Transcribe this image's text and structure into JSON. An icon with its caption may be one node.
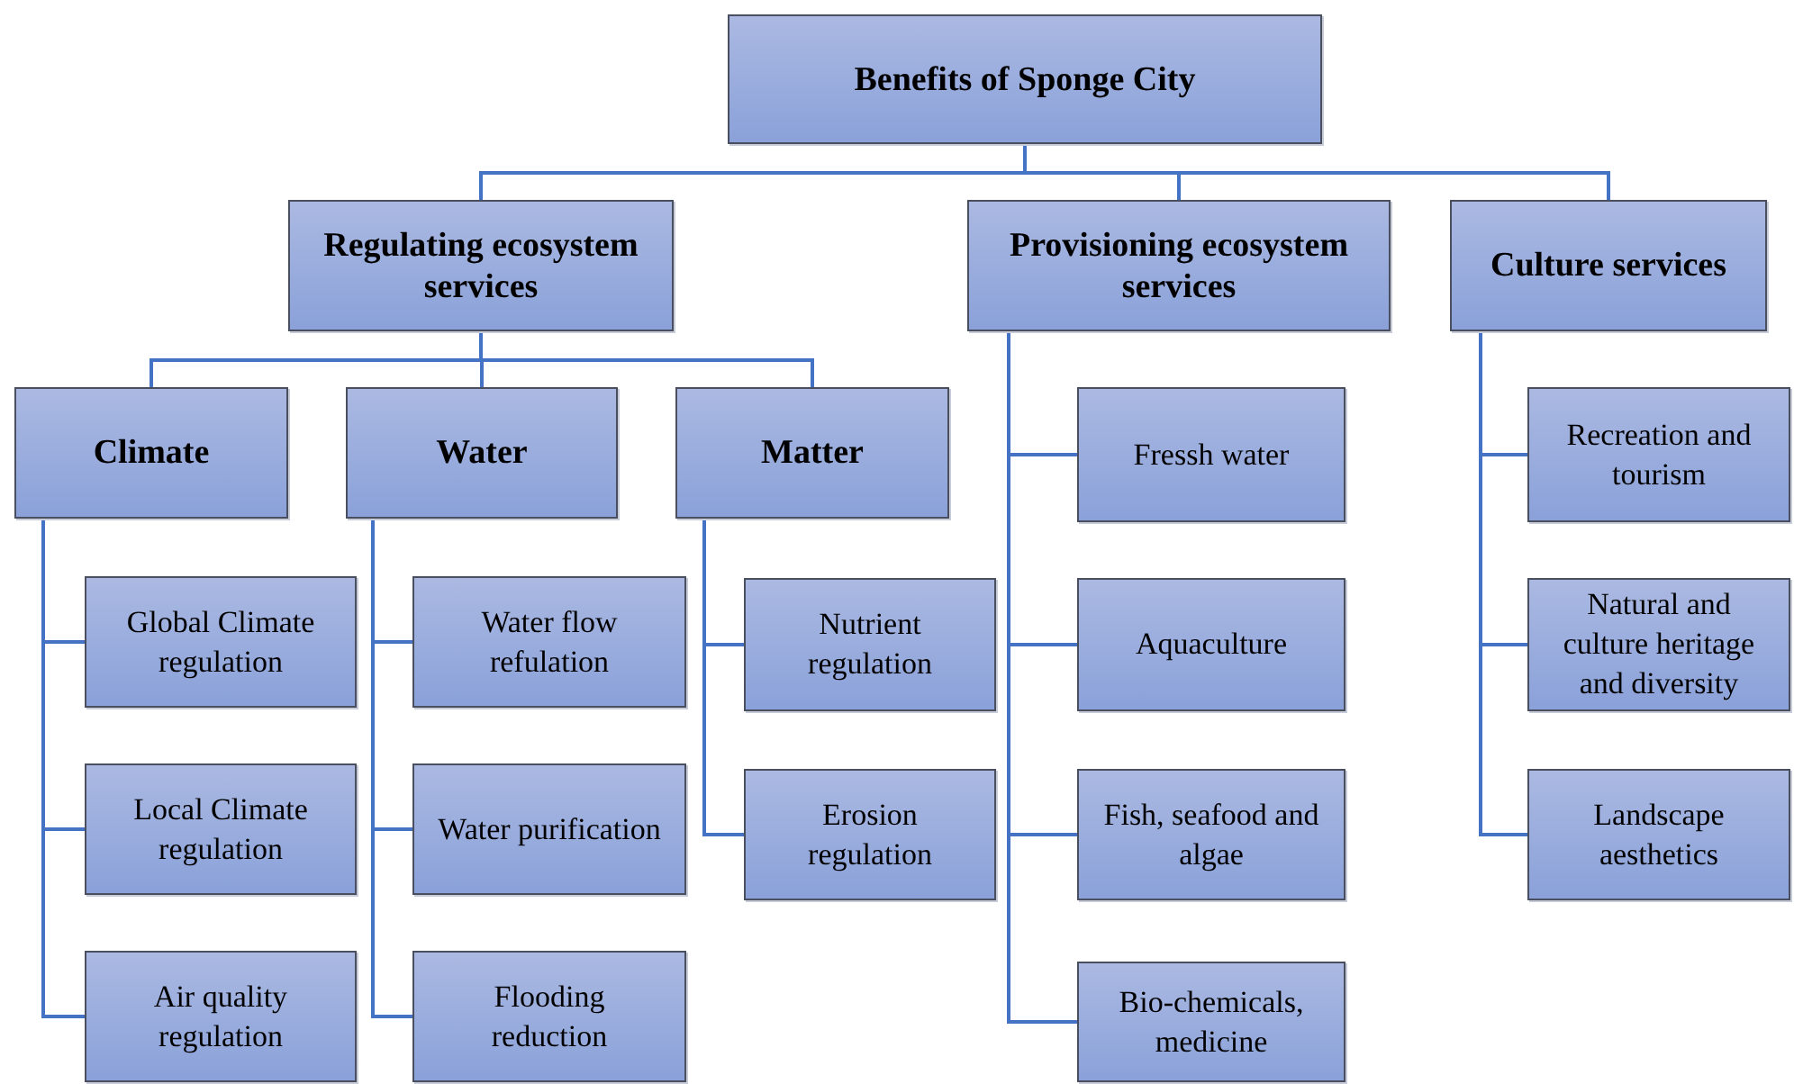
{
  "diagram": {
    "nodes": [
      {
        "text": [
          "Benefits of Sponge City"
        ]
      },
      {
        "text": [
          "Regulating ecosystem services"
        ]
      },
      {
        "text": [
          "Provisioning ecosystem services"
        ]
      },
      {
        "text": [
          "Culture services"
        ]
      },
      {
        "text": [
          "Climate"
        ]
      },
      {
        "text": [
          "Water"
        ]
      },
      {
        "text": [
          "Matter"
        ]
      },
      {
        "text": [
          "Global Climate regulation"
        ]
      },
      {
        "text": [
          "Local Climate regulation"
        ]
      },
      {
        "text": [
          "Air quality regulation"
        ]
      },
      {
        "text": [
          "Water flow refulation"
        ]
      },
      {
        "text": [
          "Water purification"
        ]
      },
      {
        "text": [
          "Flooding reduction"
        ]
      },
      {
        "text": [
          "Nutrient regulation"
        ]
      },
      {
        "text": [
          "Erosion regulation"
        ]
      },
      {
        "text": [
          "Fressh water"
        ]
      },
      {
        "text": [
          "Aquaculture"
        ]
      },
      {
        "text": [
          "Fish, seafood and algae"
        ]
      },
      {
        "text": [
          "Bio-chemicals, medicine"
        ]
      },
      {
        "text": [
          "Recreation and tourism"
        ]
      },
      {
        "text": [
          "Natural and culture heritage and diversity"
        ]
      },
      {
        "text": [
          "Landscape aesthetics"
        ]
      }
    ],
    "edges": [
      {
        "from": 0,
        "to": 1,
        "arrow": "none"
      },
      {
        "from": 0,
        "to": 2,
        "arrow": "none"
      },
      {
        "from": 0,
        "to": 3,
        "arrow": "none"
      },
      {
        "from": 1,
        "to": 4,
        "arrow": "none"
      },
      {
        "from": 1,
        "to": 5,
        "arrow": "none"
      },
      {
        "from": 1,
        "to": 6,
        "arrow": "none"
      },
      {
        "from": 4,
        "to": 7,
        "arrow": "none"
      },
      {
        "from": 4,
        "to": 8,
        "arrow": "none"
      },
      {
        "from": 4,
        "to": 9,
        "arrow": "none"
      },
      {
        "from": 5,
        "to": 10,
        "arrow": "none"
      },
      {
        "from": 5,
        "to": 11,
        "arrow": "none"
      },
      {
        "from": 5,
        "to": 12,
        "arrow": "none"
      },
      {
        "from": 6,
        "to": 13,
        "arrow": "none"
      },
      {
        "from": 6,
        "to": 14,
        "arrow": "none"
      },
      {
        "from": 2,
        "to": 15,
        "arrow": "none"
      },
      {
        "from": 2,
        "to": 16,
        "arrow": "none"
      },
      {
        "from": 2,
        "to": 17,
        "arrow": "none"
      },
      {
        "from": 2,
        "to": 18,
        "arrow": "none"
      },
      {
        "from": 3,
        "to": 19,
        "arrow": "none"
      },
      {
        "from": 3,
        "to": 20,
        "arrow": "none"
      },
      {
        "from": 3,
        "to": 21,
        "arrow": "none"
      }
    ]
  }
}
